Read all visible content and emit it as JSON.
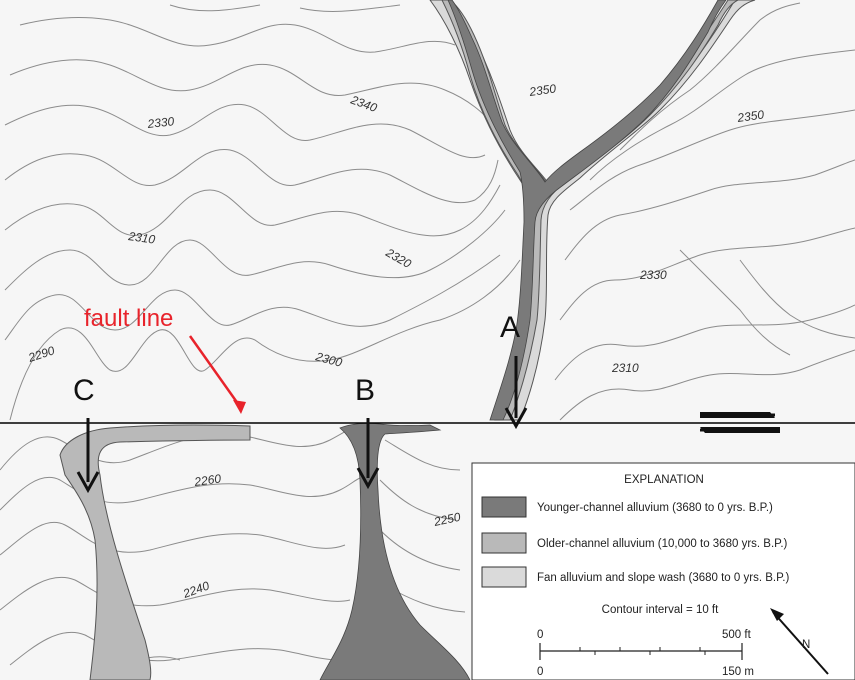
{
  "contour_labels": [
    "2330",
    "2340",
    "2350",
    "2350",
    "2310",
    "2320",
    "2330",
    "2290",
    "2300",
    "2310",
    "2260",
    "2250",
    "2240"
  ],
  "annotation": {
    "fault_line_label": "fault line"
  },
  "points": [
    "A",
    "B",
    "C"
  ],
  "legend": {
    "title": "EXPLANATION",
    "items": [
      {
        "label": "Younger-channel alluvium (3680 to 0 yrs. B.P.)",
        "color": "#7a7a7a"
      },
      {
        "label": "Older-channel alluvium (10,000 to 3680 yrs. B.P.)",
        "color": "#b9b9b9"
      },
      {
        "label": "Fan alluvium and slope wash (3680 to 0 yrs. B.P.)",
        "color": "#dadada"
      }
    ],
    "contour_interval": "Contour interval = 10 ft",
    "scale_ft": [
      "0",
      "500 ft"
    ],
    "scale_m": [
      "0",
      "150 m"
    ],
    "north": "N"
  },
  "colors": {
    "fault_line": "#000000",
    "annotation": "#e8232b",
    "map_background": "#f6f6f6"
  }
}
